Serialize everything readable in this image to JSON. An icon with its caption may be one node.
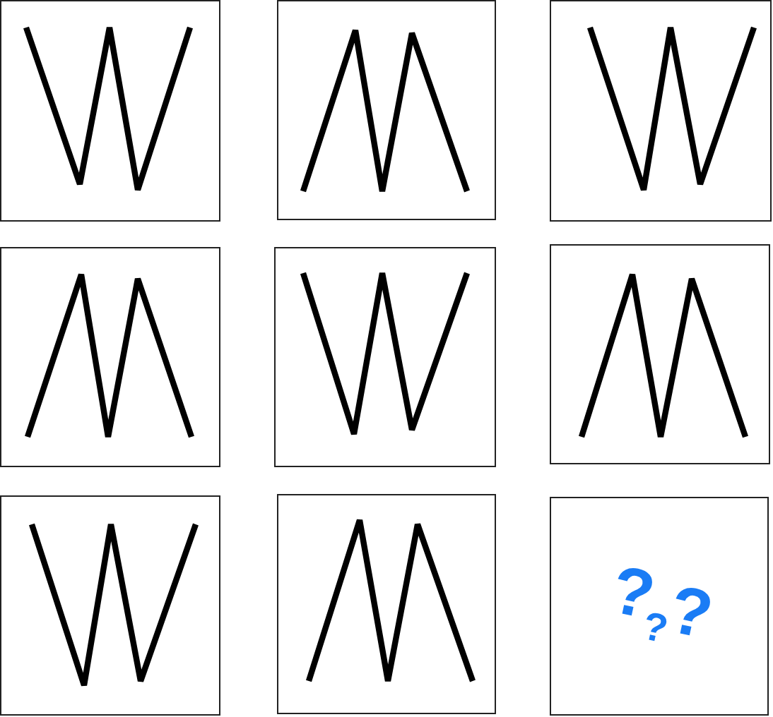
{
  "diagram": {
    "nodes": [
      {
        "text": [],
        "shape": "picture"
      },
      {
        "text": [],
        "shape": "picture"
      },
      {
        "text": [],
        "shape": "picture"
      },
      {
        "text": [],
        "shape": "picture"
      },
      {
        "text": [],
        "shape": "picture"
      },
      {
        "text": [],
        "shape": "picture"
      },
      {
        "text": [],
        "shape": "picture"
      },
      {
        "text": [],
        "shape": "picture"
      },
      {
        "text": [
          "?",
          "?",
          "?"
        ]
      }
    ]
  }
}
